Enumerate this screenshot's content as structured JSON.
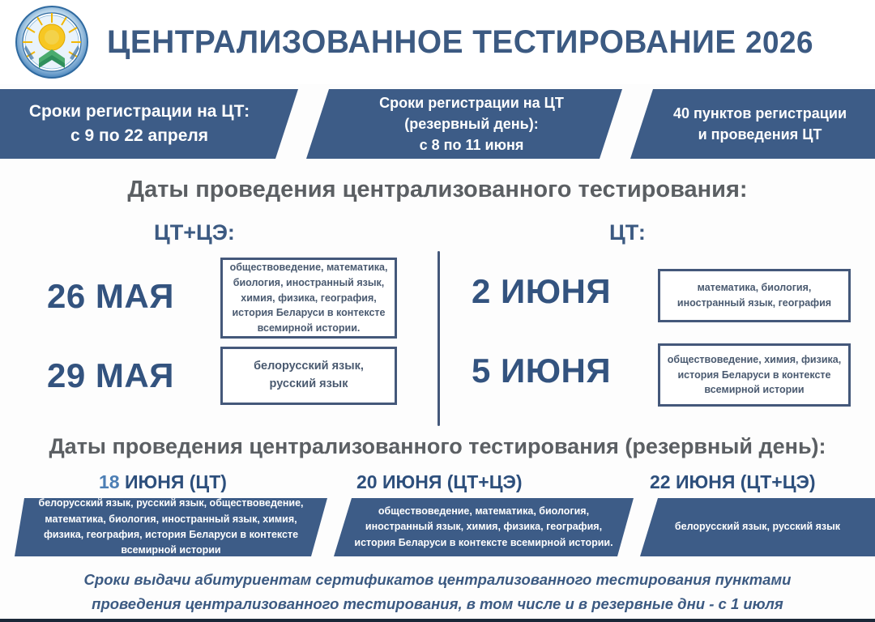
{
  "header": {
    "logo_alt": "ministry-of-education-belarus-emblem",
    "title": "ЦЕНТРАЛИЗОВАННОЕ ТЕСТИРОВАНИЕ",
    "year": "2026"
  },
  "band": {
    "segments": [
      {
        "line1": "Сроки регистрации на ЦТ:",
        "line2": "с 9 по 22 апреля",
        "line3": ""
      },
      {
        "line1": "Сроки регистрации на ЦТ",
        "line2": "(резервный день):",
        "line3": "с 8 по 11 июня"
      },
      {
        "line1": "40 пунктов регистрации",
        "line2": "и проведения ЦТ",
        "line3": ""
      }
    ]
  },
  "main": {
    "heading": "Даты проведения централизованного тестирования:",
    "column_left_label": "ЦТ+ЦЭ:",
    "column_right_label": "ЦТ:",
    "rows_left": [
      {
        "date": "26 МАЯ",
        "subjects": "обществоведение, математика, биология, иностранный язык, химия, физика, география, история Беларуси в контексте всемирной истории."
      },
      {
        "date": "29 МАЯ",
        "subjects": "белорусский язык, русский язык"
      }
    ],
    "rows_right": [
      {
        "date": "2 ИЮНЯ",
        "subjects": "математика, биология, иностранный язык, география"
      },
      {
        "date": "5 ИЮНЯ",
        "subjects": "обществоведение, химия, физика, история Беларуси в контексте всемирной истории"
      }
    ]
  },
  "reserve": {
    "heading": "Даты проведения централизованного тестирования (резервный день):",
    "items": [
      {
        "day_number": "18",
        "date_rest": " ИЮНЯ (ЦТ)",
        "subjects": "белорусский язык, русский язык, обществоведение, математика, биология, иностранный язык, химия, физика, география, история Беларуси в контексте всемирной истории"
      },
      {
        "day_number": "20",
        "date_rest": " ИЮНЯ (ЦТ+ЦЭ)",
        "subjects": "обществоведение, математика, биология, иностранный язык, химия, физика, география, история Беларуси в контексте всемирной истории."
      },
      {
        "day_number": "22",
        "date_rest": " ИЮНЯ (ЦТ+ЦЭ)",
        "subjects": "белорусский язык, русский язык"
      }
    ]
  },
  "footer": {
    "line1": "Сроки выдачи абитуриентам сертификатов централизованного тестирования пунктами",
    "line2": "проведения централизованного тестирования, в том числе и в резервные дни - с 1 июля"
  },
  "colors": {
    "band_blue": "#3d5c87",
    "title_blue": "#3c5a82",
    "date_blue": "#33537f",
    "accent_light_blue": "#4d7fb5",
    "heading_gray": "#5b5f63",
    "box_border": "#44587a"
  }
}
